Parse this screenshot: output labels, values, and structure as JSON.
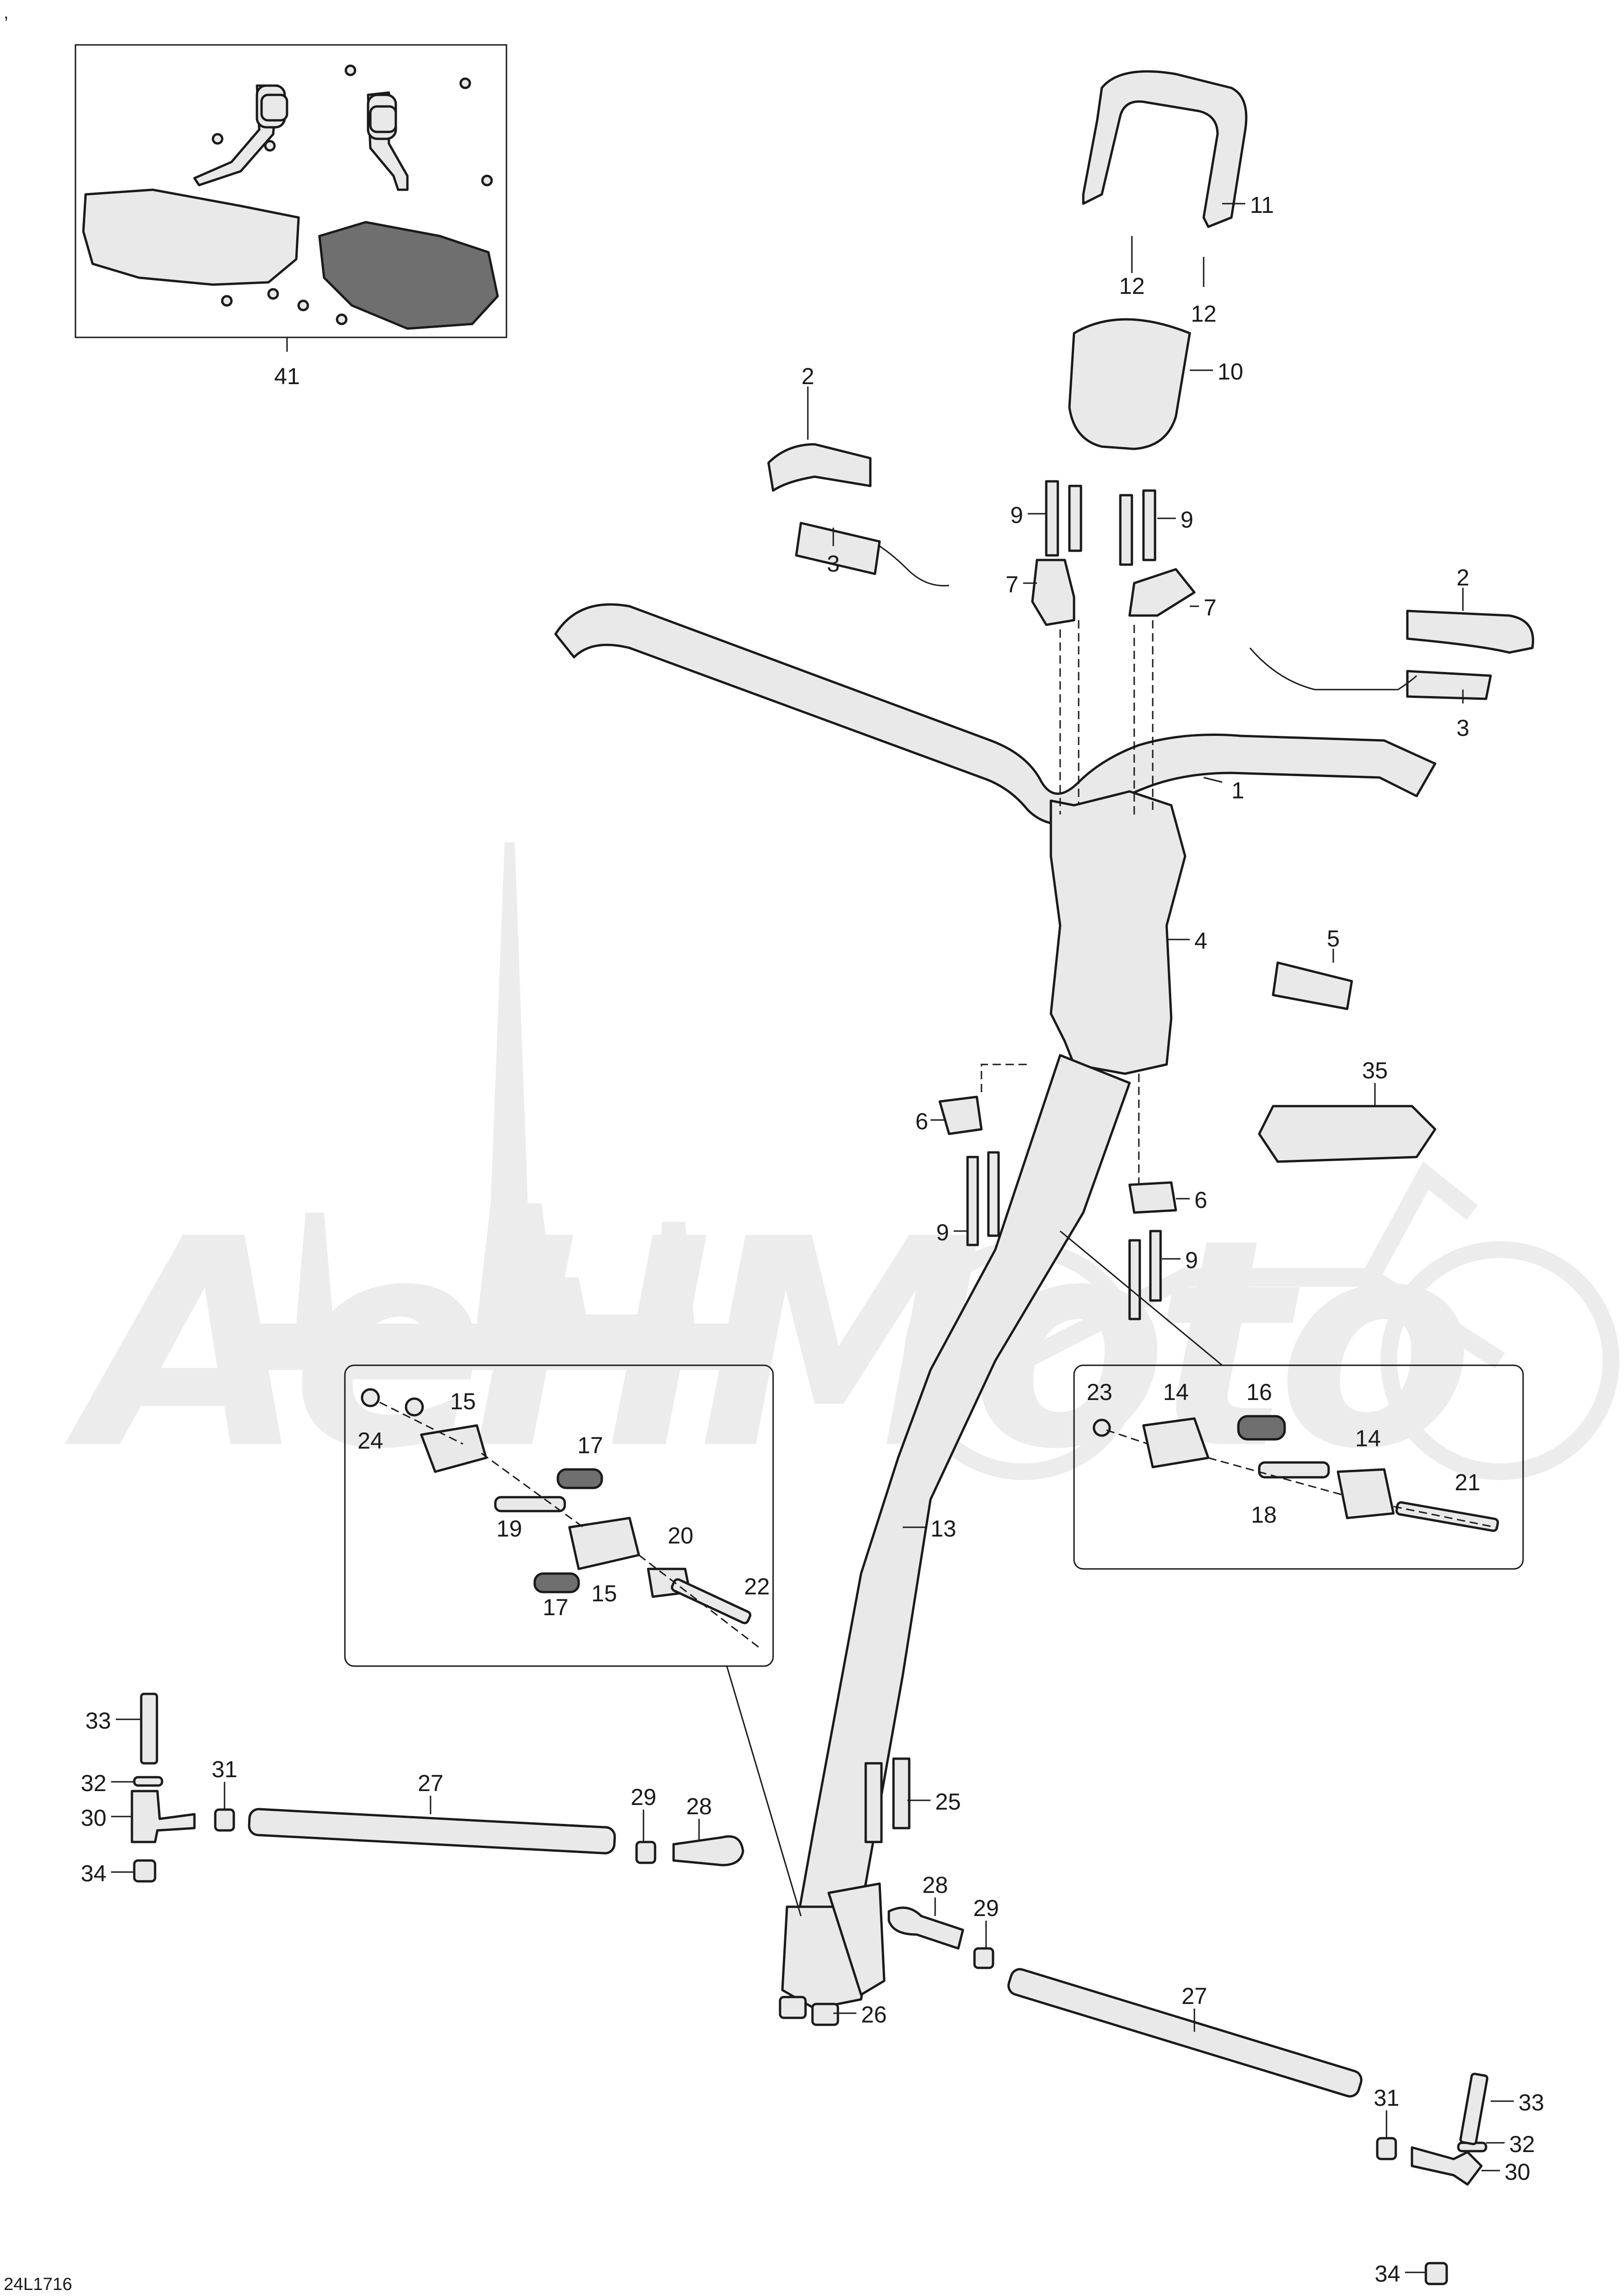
{
  "drawing_code": "24L1716",
  "corner_mark": ",",
  "watermark_text": "AeHMoto",
  "callouts": {
    "c1": "1",
    "c2a": "2",
    "c2b": "2",
    "c3a": "3",
    "c3b": "3",
    "c4": "4",
    "c5": "5",
    "c6a": "6",
    "c6b": "6",
    "c7a": "7",
    "c7b": "7",
    "c9a": "9",
    "c9b": "9",
    "c9c": "9",
    "c9d": "9",
    "c10": "10",
    "c11": "11",
    "c12a": "12",
    "c12b": "12",
    "c13": "13",
    "c14a": "14",
    "c14b": "14",
    "c15a": "15",
    "c15b": "15",
    "c16": "16",
    "c17a": "17",
    "c17b": "17",
    "c18": "18",
    "c19": "19",
    "c20": "20",
    "c21": "21",
    "c22": "22",
    "c23": "23",
    "c24": "24",
    "c25": "25",
    "c26": "26",
    "c27a": "27",
    "c27b": "27",
    "c28a": "28",
    "c28b": "28",
    "c29a": "29",
    "c29b": "29",
    "c30a": "30",
    "c30b": "30",
    "c31a": "31",
    "c31b": "31",
    "c32a": "32",
    "c32b": "32",
    "c33a": "33",
    "c33b": "33",
    "c34a": "34",
    "c34b": "34",
    "c35": "35",
    "c41": "41"
  }
}
